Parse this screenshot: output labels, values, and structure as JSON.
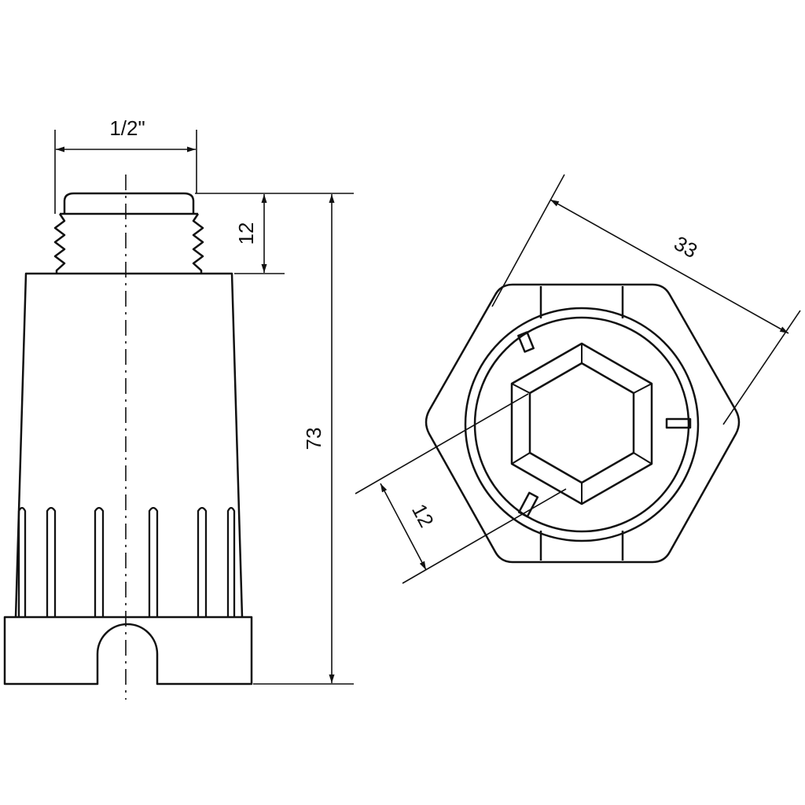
{
  "drawing": {
    "stroke_color": "#111111",
    "background": "#ffffff",
    "side_view": {
      "dim_thread": "1/2\"",
      "dim_thread_length": "12",
      "dim_total_height": "73"
    },
    "top_view": {
      "dim_across_flats": "33",
      "dim_hex_socket": "12"
    }
  }
}
